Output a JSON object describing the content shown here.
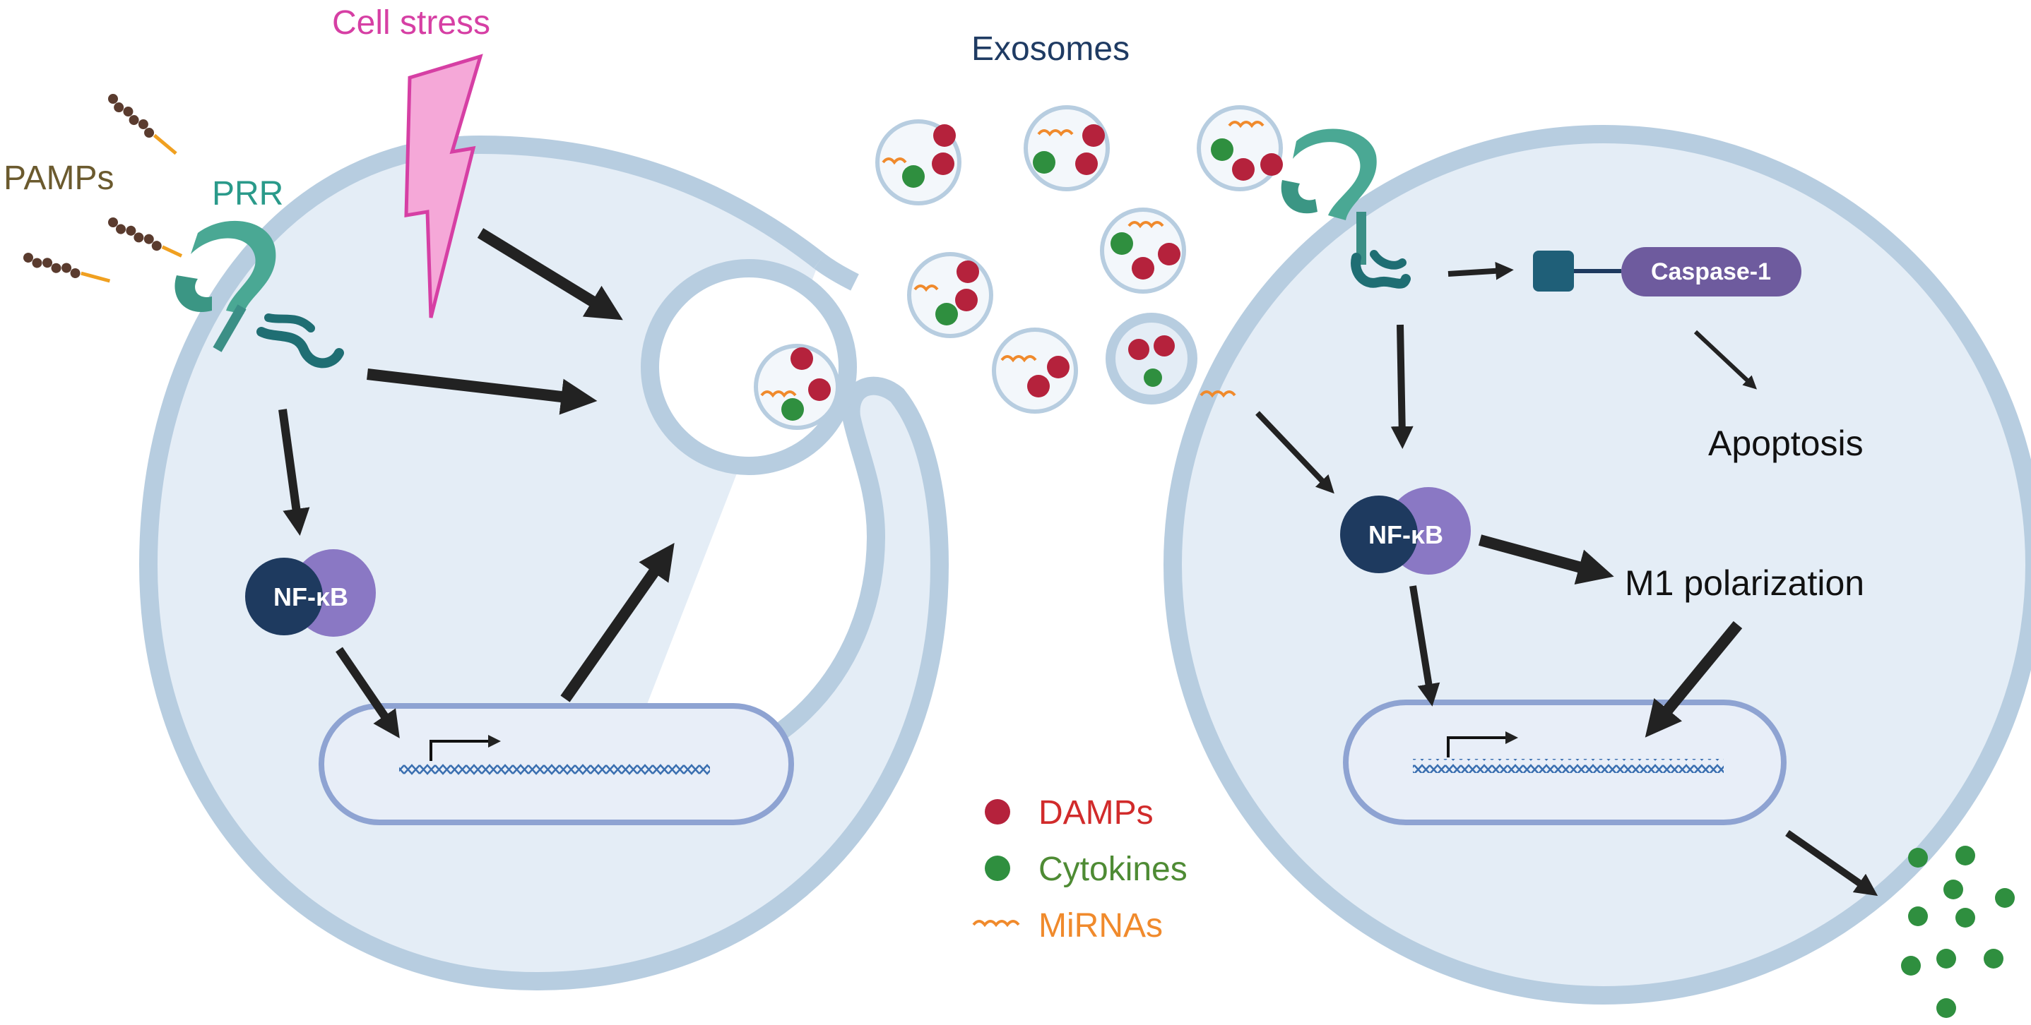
{
  "labels": {
    "cell_stress": "Cell stress",
    "exosomes": "Exosomes",
    "pamps": "PAMPs",
    "prr": "PRR",
    "nfkb_left": "NF-κB",
    "nfkb_right": "NF-κB",
    "caspase": "Caspase-1",
    "apoptosis": "Apoptosis",
    "m1": "M1 polarization"
  },
  "legend": {
    "damps": "DAMPs",
    "cytokines": "Cytokines",
    "mirnas": "MiRNAs"
  },
  "colors": {
    "membrane": "#b7cde0",
    "membrane_fill": "#e4edf6",
    "nucleus_stroke": "#8ea3d2",
    "nucleus_fill": "#e8eef8",
    "damp": "#b5223c",
    "cytokine": "#2f8f3f",
    "mirna": "#f08a2c",
    "cell_stress": "#d63fa4",
    "exosomes": "#1f3b63",
    "pamps": "#6b5a2e",
    "prr": "#2a9a8a",
    "damps_text": "#d12b2b",
    "cytokines_text": "#4e8b34",
    "mirnas_text": "#f08a2c",
    "caspase": "#6e5b9e",
    "arrow": "#222222"
  }
}
